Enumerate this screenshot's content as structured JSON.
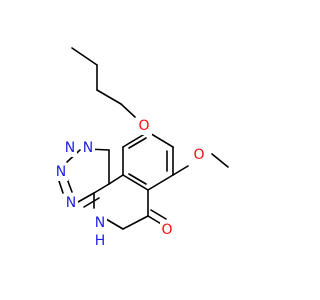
{
  "molecule": {
    "atoms": [
      {
        "id": "tz_n1",
        "label": "N",
        "color": "#1f1fe6"
      },
      {
        "id": "tz_n2",
        "label": "N",
        "color": "#1f1fe6"
      },
      {
        "id": "tz_n3",
        "label": "N",
        "color": "#1f1fe6"
      },
      {
        "id": "tz_n4",
        "label": "N",
        "color": "#1f1fe6"
      },
      {
        "id": "nh",
        "label": "N",
        "color": "#1f1fe6"
      },
      {
        "id": "nh_h",
        "label": "H",
        "color": "#1f1fe6"
      },
      {
        "id": "carbonyl_o",
        "label": "O",
        "color": "#ff0d0d"
      },
      {
        "id": "methoxy_o",
        "label": "O",
        "color": "#ff0d0d"
      },
      {
        "id": "butoxy_o",
        "label": "O",
        "color": "#ff0d0d"
      }
    ]
  }
}
